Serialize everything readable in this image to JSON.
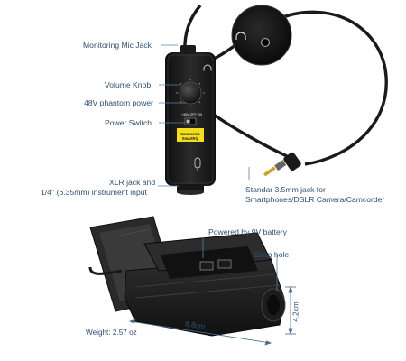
{
  "labels": {
    "monitoring": "Monitoring Mic Jack",
    "volume": "Volume Knob",
    "phantom": "48V phantom power",
    "power": "Power Switch",
    "xlr_line1": "XLR jack and",
    "xlr_line2": "1/4'' (6.35mm) instrument input",
    "standard_line1": "Standar 3.5mm jack for",
    "standard_line2": "Smartphones/DSLR Camera/Camcorder",
    "battery": "Powered by 9V battery",
    "strap": "Strap hole"
  },
  "device": {
    "brand": "Saramonic",
    "model": "SmartRig",
    "switch_text": "+48V OFF ON"
  },
  "dimensions": {
    "weight": "Weight:  2.57 oz",
    "length": "8.8cm",
    "height": "4.2cm"
  },
  "colors": {
    "label": "#2d4f70",
    "leader": "#5a7fa6",
    "brand_yellow": "#f4de1d",
    "body": "#1c1c1c"
  }
}
